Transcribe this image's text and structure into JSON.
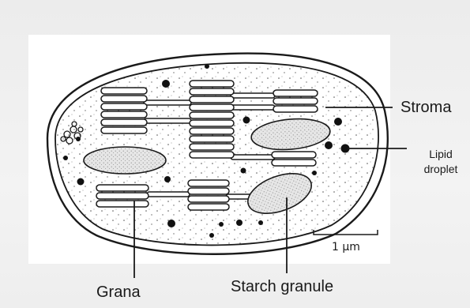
{
  "labels": {
    "stroma": "Stroma",
    "lipid": "Lipid droplet",
    "grana": "Grana",
    "starch": "Starch granule",
    "scale": "1 µm"
  }
}
